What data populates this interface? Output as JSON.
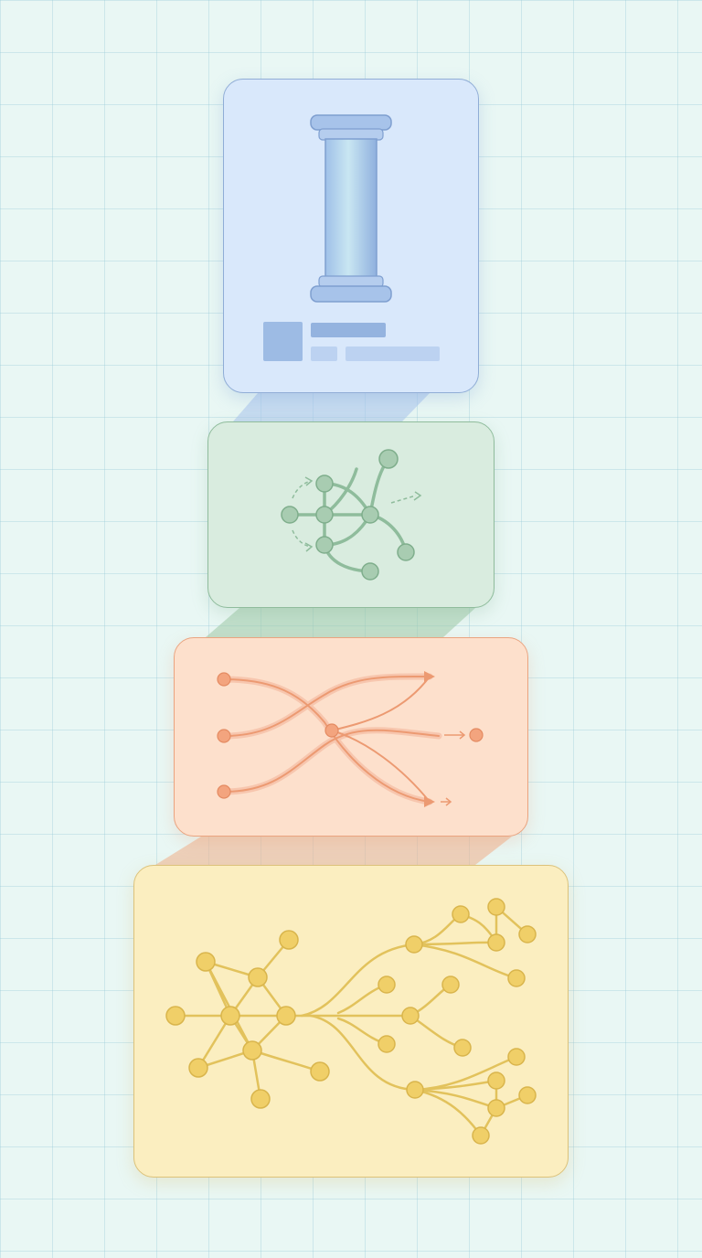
{
  "layers": [
    {
      "id": "foundation",
      "icon": "pillar-icon",
      "color": "#d9e8fb",
      "accent": "#8fb0de"
    },
    {
      "id": "network",
      "icon": "node-graph-icon",
      "color": "#d9ecdf",
      "accent": "#8fbc9c"
    },
    {
      "id": "flow",
      "icon": "converging-flow-icon",
      "color": "#fde0cc",
      "accent": "#ec9a72"
    },
    {
      "id": "expansion",
      "icon": "branching-tree-icon",
      "color": "#fbeec0",
      "accent": "#e2c25c"
    }
  ]
}
